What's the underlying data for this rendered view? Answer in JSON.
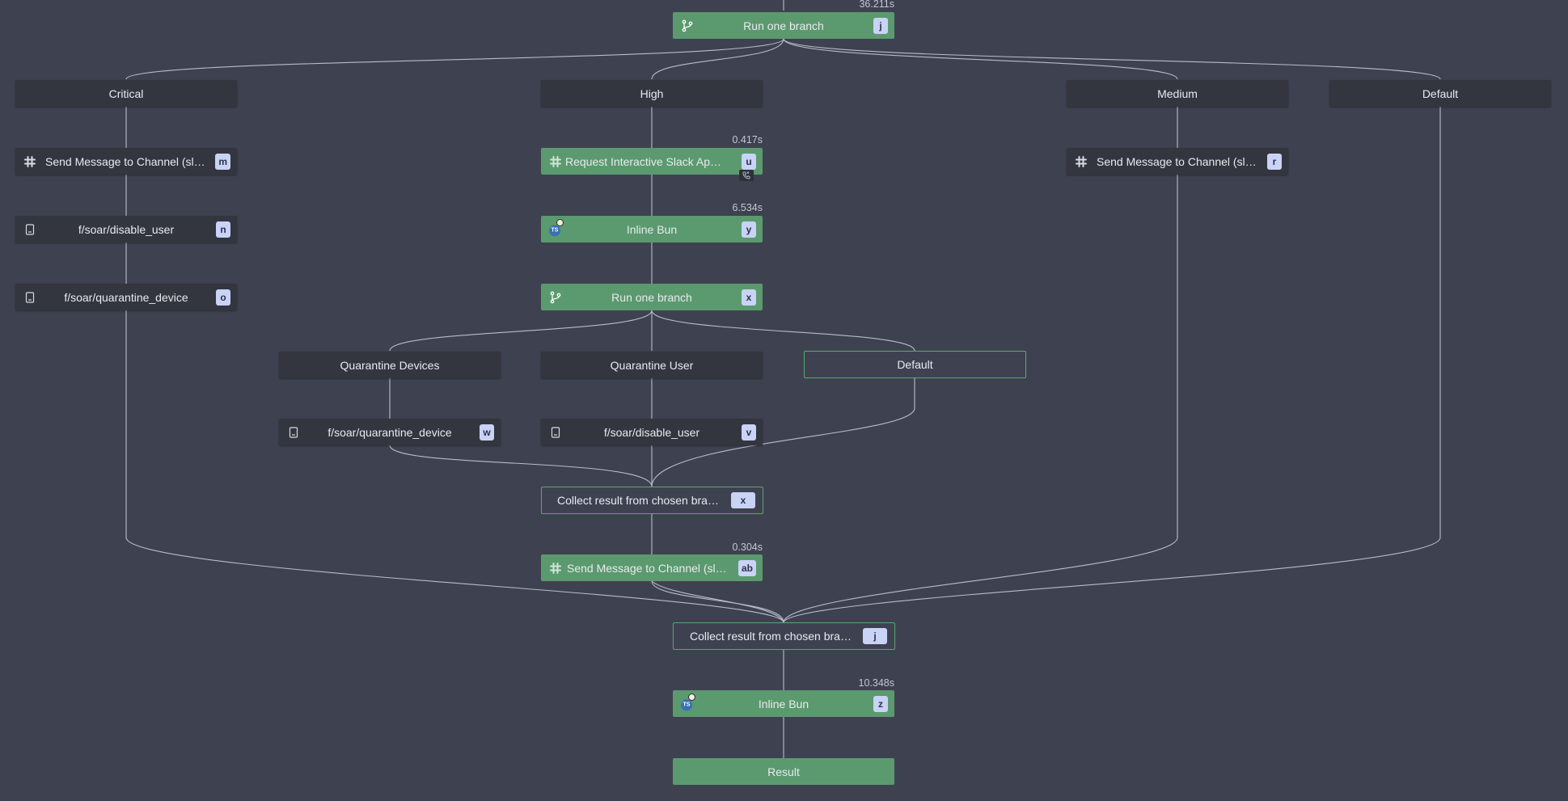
{
  "flow": {
    "nodes": {
      "top_branch": {
        "label": "Run one branch",
        "badge": "j",
        "duration": "36.211s",
        "icon": "branch-icon"
      },
      "critical": {
        "label": "Critical"
      },
      "high": {
        "label": "High"
      },
      "medium": {
        "label": "Medium"
      },
      "default_outer": {
        "label": "Default"
      },
      "m": {
        "label": "Send Message to Channel (slack)",
        "badge": "m",
        "icon": "slack-icon"
      },
      "n": {
        "label": "f/soar/disable_user",
        "badge": "n",
        "icon": "script-icon"
      },
      "o": {
        "label": "f/soar/quarantine_device",
        "badge": "o",
        "icon": "script-icon"
      },
      "u": {
        "label": "Request Interactive Slack Appro...",
        "badge": "u",
        "duration": "0.417s",
        "icon": "slack-icon",
        "sub_icon": "phone-icon"
      },
      "r": {
        "label": "Send Message to Channel (slack)",
        "badge": "r",
        "icon": "slack-icon"
      },
      "y": {
        "label": "Inline Bun",
        "badge": "y",
        "duration": "6.534s",
        "icon": "bun-typescript-icon",
        "lang": "TS"
      },
      "x": {
        "label": "Run one branch",
        "badge": "x",
        "icon": "branch-icon"
      },
      "quarantine_devices": {
        "label": "Quarantine Devices"
      },
      "quarantine_user": {
        "label": "Quarantine User"
      },
      "default_inner": {
        "label": "Default"
      },
      "w": {
        "label": "f/soar/quarantine_device",
        "badge": "w",
        "icon": "script-icon"
      },
      "v": {
        "label": "f/soar/disable_user",
        "badge": "v",
        "icon": "script-icon"
      },
      "collect_x": {
        "label": "Collect result from chosen branch",
        "badge": "x"
      },
      "ab": {
        "label": "Send Message to Channel (sla...",
        "badge": "ab",
        "duration": "0.304s",
        "icon": "slack-icon"
      },
      "collect_j": {
        "label": "Collect result from chosen branch",
        "badge": "j"
      },
      "z": {
        "label": "Inline Bun",
        "badge": "z",
        "duration": "10.348s",
        "icon": "bun-typescript-icon",
        "lang": "TS"
      },
      "result": {
        "label": "Result"
      }
    }
  },
  "colors": {
    "background": "#3e4250",
    "node_success": "#5b9a6e",
    "node_neutral": "#33363f",
    "badge": "#c9d3f5",
    "edge": "#b9bdc8"
  }
}
